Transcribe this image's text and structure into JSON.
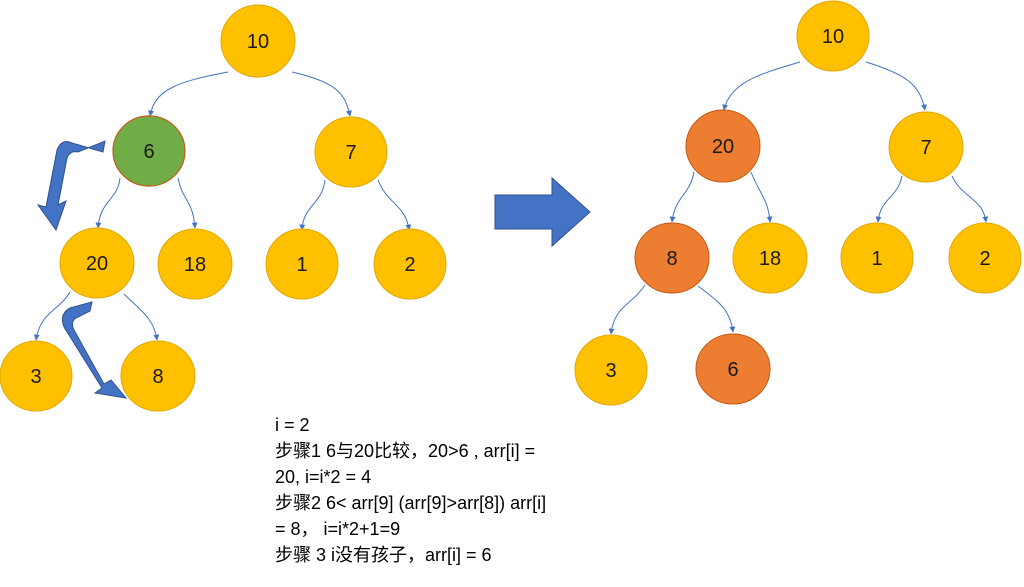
{
  "colors": {
    "node_yellow": "#FFC000",
    "node_green": "#70AD47",
    "node_orange": "#ED7D31",
    "edge_blue": "#4472C4",
    "arrow_blue": "#4472C4"
  },
  "left_tree": {
    "nodes": [
      {
        "id": "l-root",
        "label": "10"
      },
      {
        "id": "l-a",
        "label": "6"
      },
      {
        "id": "l-b",
        "label": "7"
      },
      {
        "id": "l-c",
        "label": "20"
      },
      {
        "id": "l-d",
        "label": "18"
      },
      {
        "id": "l-e",
        "label": "1"
      },
      {
        "id": "l-f",
        "label": "2"
      },
      {
        "id": "l-g",
        "label": "3"
      },
      {
        "id": "l-h",
        "label": "8"
      }
    ]
  },
  "right_tree": {
    "nodes": [
      {
        "id": "r-root",
        "label": "10"
      },
      {
        "id": "r-a",
        "label": "20"
      },
      {
        "id": "r-b",
        "label": "7"
      },
      {
        "id": "r-c",
        "label": "8"
      },
      {
        "id": "r-d",
        "label": "18"
      },
      {
        "id": "r-e",
        "label": "1"
      },
      {
        "id": "r-f",
        "label": "2"
      },
      {
        "id": "r-g",
        "label": "3"
      },
      {
        "id": "r-h",
        "label": "6"
      }
    ]
  },
  "note": {
    "lines": [
      "i = 2",
      "步骤1 6与20比较，20>6 , arr[i] =",
      "20, i=i*2 = 4",
      "步骤2 6< arr[9] (arr[9]>arr[8]) arr[i]",
      "= 8， i=i*2+1=9",
      "步骤 3 i没有孩子，arr[i] = 6"
    ]
  }
}
